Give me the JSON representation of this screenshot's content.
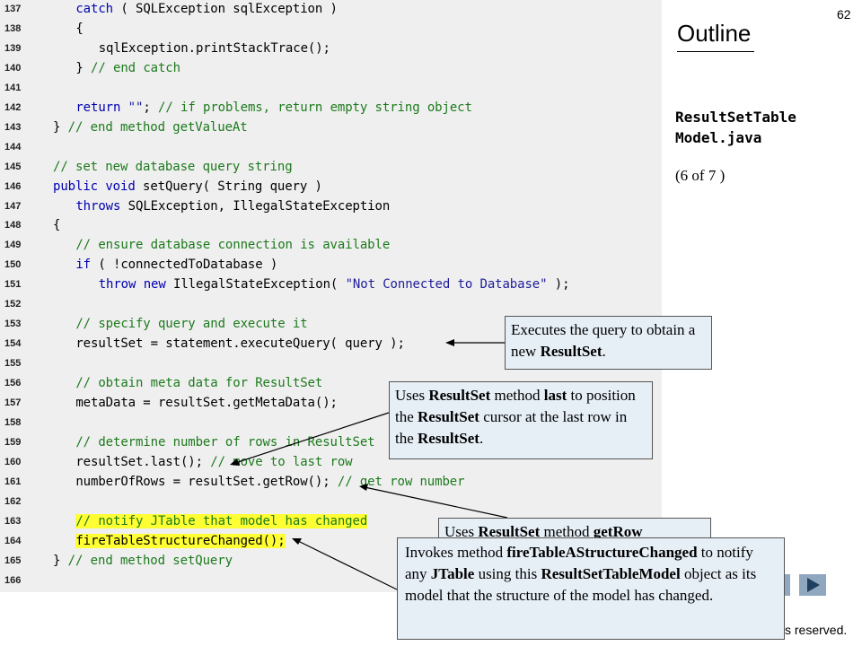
{
  "slide": {
    "page_number": "62",
    "outline_title": "Outline",
    "file_name_line1": "ResultSetTable",
    "file_name_line2": "Model.java",
    "page_progress": "(6 of 7 )",
    "copyright_fragment": "s reserved."
  },
  "code_lines": [
    {
      "num": "137",
      "indent": 3,
      "parts": [
        {
          "t": "catch",
          "c": "kw"
        },
        {
          "t": " ( SQLException sqlException )",
          "c": ""
        }
      ]
    },
    {
      "num": "138",
      "indent": 3,
      "parts": [
        {
          "t": "{",
          "c": ""
        }
      ]
    },
    {
      "num": "139",
      "indent": 6,
      "parts": [
        {
          "t": "sqlException.printStackTrace();",
          "c": ""
        }
      ]
    },
    {
      "num": "140",
      "indent": 3,
      "parts": [
        {
          "t": "} ",
          "c": ""
        },
        {
          "t": "// end catch",
          "c": "cm"
        }
      ]
    },
    {
      "num": "141",
      "indent": 0,
      "parts": []
    },
    {
      "num": "142",
      "indent": 3,
      "parts": [
        {
          "t": "return",
          "c": "kw"
        },
        {
          "t": " ",
          "c": ""
        },
        {
          "t": "\"\"",
          "c": "st"
        },
        {
          "t": "; ",
          "c": ""
        },
        {
          "t": "// if problems, return empty string object",
          "c": "cm"
        }
      ]
    },
    {
      "num": "143",
      "indent": 0,
      "parts": [
        {
          "t": "} ",
          "c": ""
        },
        {
          "t": "// end method getValueAt",
          "c": "cm"
        }
      ]
    },
    {
      "num": "144",
      "indent": 0,
      "parts": []
    },
    {
      "num": "145",
      "indent": 0,
      "parts": [
        {
          "t": "// set new database query string",
          "c": "cm"
        }
      ]
    },
    {
      "num": "146",
      "indent": 0,
      "parts": [
        {
          "t": "public",
          "c": "kw"
        },
        {
          "t": " ",
          "c": ""
        },
        {
          "t": "void",
          "c": "kw"
        },
        {
          "t": " setQuery( String query )",
          "c": ""
        }
      ]
    },
    {
      "num": "147",
      "indent": 3,
      "parts": [
        {
          "t": "throws",
          "c": "kw"
        },
        {
          "t": " SQLException, IllegalStateException",
          "c": ""
        }
      ]
    },
    {
      "num": "148",
      "indent": 0,
      "parts": [
        {
          "t": "{",
          "c": ""
        }
      ]
    },
    {
      "num": "149",
      "indent": 3,
      "parts": [
        {
          "t": "// ensure database connection is available",
          "c": "cm"
        }
      ]
    },
    {
      "num": "150",
      "indent": 3,
      "parts": [
        {
          "t": "if",
          "c": "kw"
        },
        {
          "t": " ( !connectedToDatabase )",
          "c": ""
        }
      ]
    },
    {
      "num": "151",
      "indent": 6,
      "parts": [
        {
          "t": "throw",
          "c": "kw"
        },
        {
          "t": " ",
          "c": ""
        },
        {
          "t": "new",
          "c": "kw"
        },
        {
          "t": " IllegalStateException( ",
          "c": ""
        },
        {
          "t": "\"Not Connected to Database\"",
          "c": "st"
        },
        {
          "t": " );",
          "c": ""
        }
      ]
    },
    {
      "num": "152",
      "indent": 0,
      "parts": []
    },
    {
      "num": "153",
      "indent": 3,
      "parts": [
        {
          "t": "// specify query and execute it",
          "c": "cm"
        }
      ]
    },
    {
      "num": "154",
      "indent": 3,
      "parts": [
        {
          "t": "resultSet = statement.executeQuery( query );",
          "c": ""
        }
      ]
    },
    {
      "num": "155",
      "indent": 0,
      "parts": []
    },
    {
      "num": "156",
      "indent": 3,
      "parts": [
        {
          "t": "// obtain meta data for ResultSet",
          "c": "cm"
        }
      ]
    },
    {
      "num": "157",
      "indent": 3,
      "parts": [
        {
          "t": "metaData = resultSet.getMetaData();",
          "c": ""
        }
      ]
    },
    {
      "num": "158",
      "indent": 0,
      "parts": []
    },
    {
      "num": "159",
      "indent": 3,
      "parts": [
        {
          "t": "// determine number of rows in ResultSet",
          "c": "cm"
        }
      ]
    },
    {
      "num": "160",
      "indent": 3,
      "parts": [
        {
          "t": "resultSet.last(); ",
          "c": ""
        },
        {
          "t": "// move to last row",
          "c": "cm"
        }
      ]
    },
    {
      "num": "161",
      "indent": 3,
      "parts": [
        {
          "t": "numberOfRows = resultSet.getRow(); ",
          "c": ""
        },
        {
          "t": "// get row number",
          "c": "cm"
        }
      ]
    },
    {
      "num": "162",
      "indent": 0,
      "parts": []
    },
    {
      "num": "163",
      "indent": 3,
      "highlight": true,
      "parts": [
        {
          "t": "// notify JTable that model has changed",
          "c": "cm"
        }
      ]
    },
    {
      "num": "164",
      "indent": 3,
      "highlight": true,
      "parts": [
        {
          "t": "fireTableStructureChanged();",
          "c": ""
        }
      ]
    },
    {
      "num": "165",
      "indent": 0,
      "parts": [
        {
          "t": "} ",
          "c": ""
        },
        {
          "t": "// end method setQuery",
          "c": "cm"
        }
      ]
    },
    {
      "num": "166",
      "indent": 0,
      "parts": []
    }
  ],
  "callouts": {
    "executes": {
      "p1": "Executes the query to obtain a new ",
      "b1": "ResultSet",
      "p2": "."
    },
    "last": {
      "p1": "Uses ",
      "b1": "ResultSet",
      "p2": " method ",
      "b2": "last",
      "p3": " to position the ",
      "b3": "ResultSet",
      "p4": " cursor at the last row in the ",
      "b4": "ResultSet",
      "p5": "."
    },
    "getrow": {
      "p1": "Uses ",
      "b1": "ResultSet",
      "p2": " method ",
      "b2": "getRow"
    },
    "fire": {
      "p1": "Invokes method ",
      "b1": "fireTableAStructureChanged",
      "p2": " to notify any ",
      "b2": "JTable",
      "p3": " using this ",
      "b3": "ResultSetTableModel",
      "p4": " object as its model that the structure of the model has changed."
    }
  },
  "icons": {
    "prev": "previous-slide-icon",
    "next": "next-slide-icon"
  },
  "colors": {
    "code_background": "#efefef",
    "keyword": "#0000b0",
    "comment": "#1d7a1d",
    "string": "#1d1d9a",
    "highlight": "#ffff33",
    "callout_fill": "#e6eef6",
    "nav_button": "#8fa8bf"
  }
}
